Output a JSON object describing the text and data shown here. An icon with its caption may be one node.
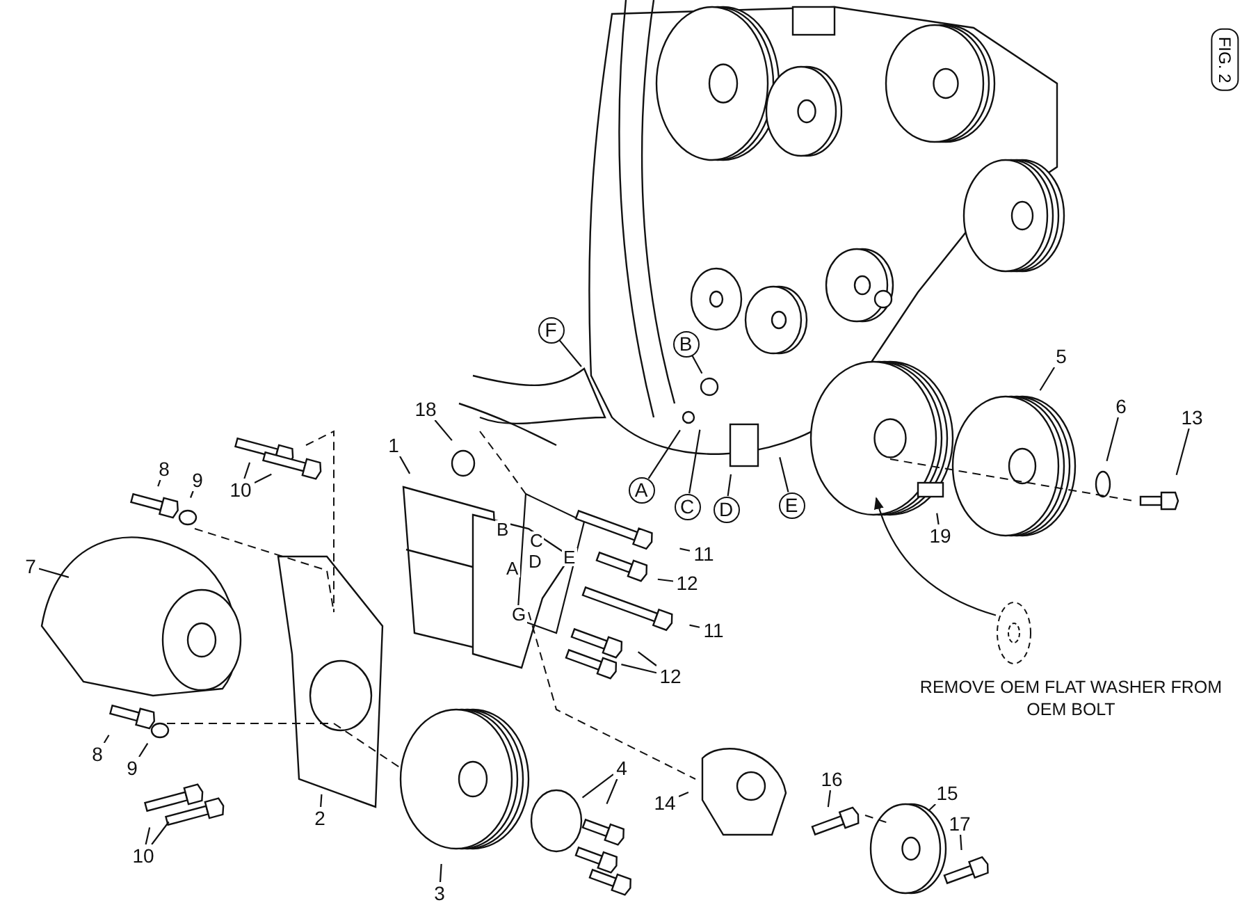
{
  "diagram": {
    "nodes": [
      {
        "text": [
          "7"
        ]
      },
      {
        "text": [
          "8"
        ]
      },
      {
        "text": [
          "9"
        ]
      },
      {
        "text": [
          "10"
        ]
      },
      {
        "text": [
          "1"
        ]
      },
      {
        "text": [
          "18"
        ]
      },
      {
        "text": [
          "8"
        ]
      },
      {
        "text": [
          "9"
        ]
      },
      {
        "text": [
          "10"
        ]
      },
      {
        "text": [
          "2"
        ]
      },
      {
        "text": [
          "3"
        ]
      },
      {
        "text": [
          "4"
        ]
      },
      {
        "text": [
          "14"
        ]
      },
      {
        "text": [
          "16"
        ]
      },
      {
        "text": [
          "15"
        ]
      },
      {
        "text": [
          "17"
        ]
      },
      {
        "text": [
          "11"
        ]
      },
      {
        "text": [
          "12"
        ]
      },
      {
        "text": [
          "11"
        ]
      },
      {
        "text": [
          "12"
        ]
      },
      {
        "text": [
          "5"
        ]
      },
      {
        "text": [
          "6"
        ]
      },
      {
        "text": [
          "13"
        ]
      },
      {
        "text": [
          "19"
        ]
      },
      {
        "text": [
          "F"
        ]
      },
      {
        "text": [
          "B"
        ]
      },
      {
        "text": [
          "A"
        ]
      },
      {
        "text": [
          "C"
        ]
      },
      {
        "text": [
          "D"
        ]
      },
      {
        "text": [
          "E"
        ]
      },
      {
        "text": [],
        "shape": "circle",
        "beside": [
          "REMOVE OEM FLAT WASHER FROM OEM BOLT"
        ]
      }
    ],
    "edges": [
      {
        "from": 0,
        "to": null,
        "arrow": "none"
      },
      {
        "from": 1,
        "to": null,
        "arrow": "none"
      },
      {
        "from": 2,
        "to": null,
        "arrow": "none"
      },
      {
        "from": 3,
        "to": null,
        "arrow": "none"
      },
      {
        "from": 3,
        "to": null,
        "arrow": "none"
      },
      {
        "from": 4,
        "to": null,
        "arrow": "none"
      },
      {
        "from": 5,
        "to": null,
        "arrow": "none"
      },
      {
        "from": 6,
        "to": null,
        "arrow": "none"
      },
      {
        "from": 7,
        "to": null,
        "arrow": "none"
      },
      {
        "from": 8,
        "to": null,
        "arrow": "none"
      },
      {
        "from": 8,
        "to": null,
        "arrow": "none"
      },
      {
        "from": 9,
        "to": null,
        "arrow": "none"
      },
      {
        "from": 10,
        "to": null,
        "arrow": "none"
      },
      {
        "from": 11,
        "to": null,
        "arrow": "none"
      },
      {
        "from": 11,
        "to": null,
        "arrow": "none"
      },
      {
        "from": 12,
        "to": null,
        "arrow": "none"
      },
      {
        "from": 13,
        "to": null,
        "arrow": "none"
      },
      {
        "from": 14,
        "to": null,
        "arrow": "none"
      },
      {
        "from": 15,
        "to": null,
        "arrow": "none"
      },
      {
        "from": 16,
        "to": null,
        "arrow": "none"
      },
      {
        "from": 17,
        "to": null,
        "arrow": "none"
      },
      {
        "from": 18,
        "to": null,
        "arrow": "none"
      },
      {
        "from": 19,
        "to": null,
        "arrow": "none"
      },
      {
        "from": 19,
        "to": null,
        "arrow": "none"
      },
      {
        "from": 20,
        "to": null,
        "arrow": "none"
      },
      {
        "from": 21,
        "to": null,
        "arrow": "none"
      },
      {
        "from": 22,
        "to": null,
        "arrow": "none"
      },
      {
        "from": 23,
        "to": null,
        "arrow": "none"
      },
      {
        "from": 24,
        "to": null,
        "arrow": "none"
      },
      {
        "from": 25,
        "to": null,
        "arrow": "none"
      },
      {
        "from": 26,
        "to": null,
        "arrow": "none"
      },
      {
        "from": 27,
        "to": null,
        "arrow": "none"
      },
      {
        "from": 28,
        "to": null,
        "arrow": "none"
      },
      {
        "from": 29,
        "to": null,
        "arrow": "none"
      },
      {
        "from": 30,
        "to": null,
        "arrow": "to"
      }
    ],
    "labels": [
      "FIG. 2",
      "B",
      "C",
      "A",
      "D",
      "E",
      "G"
    ]
  }
}
